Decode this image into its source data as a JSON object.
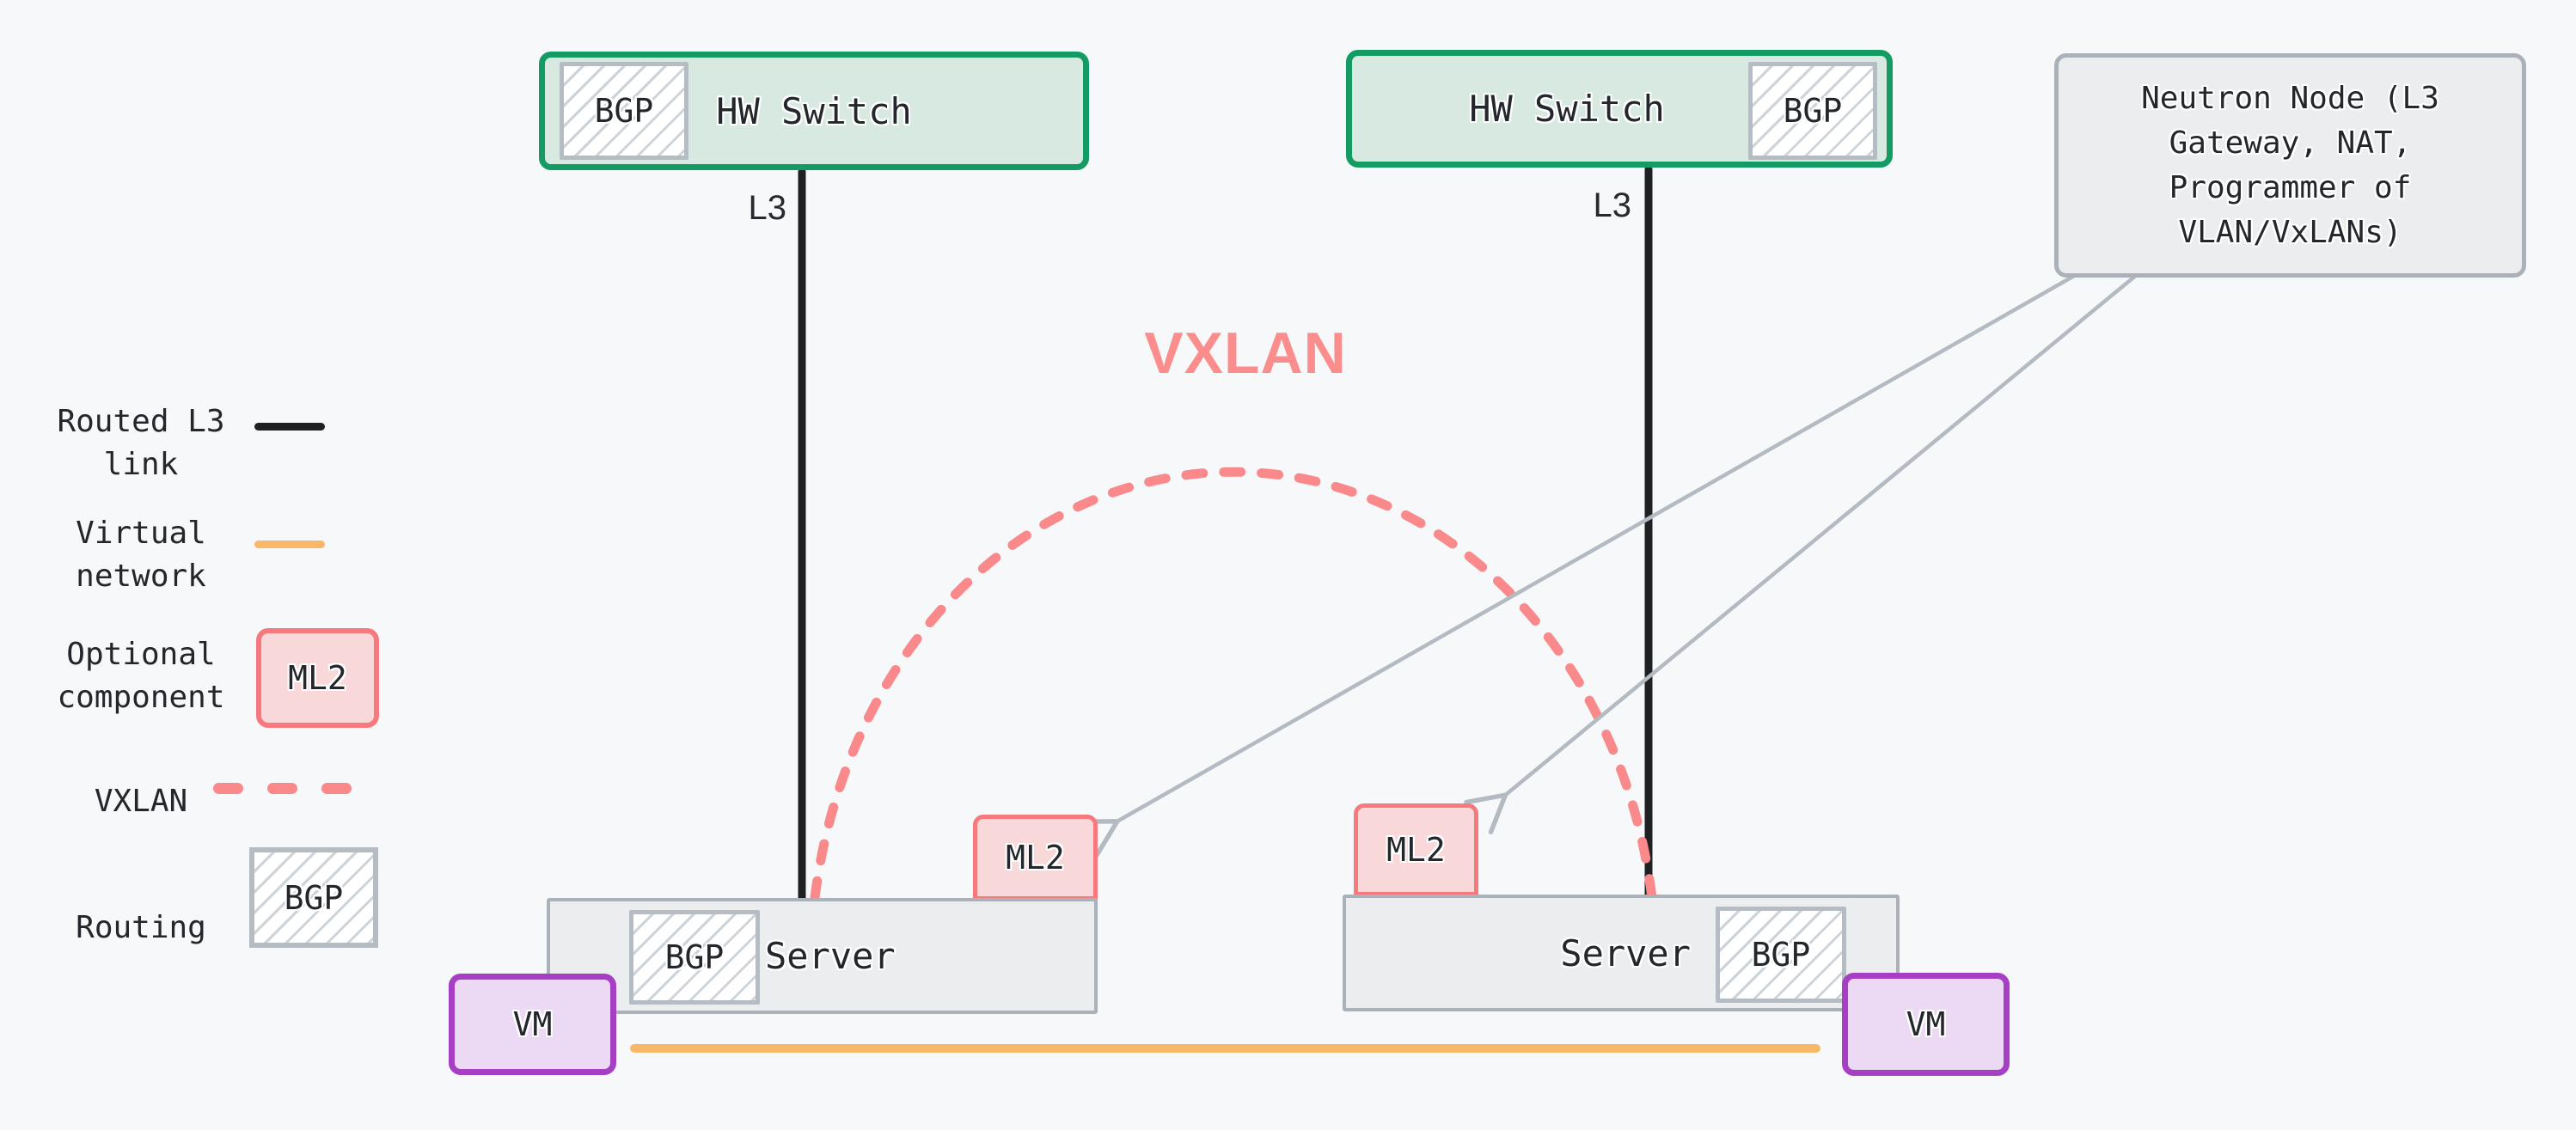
{
  "colors": {
    "background": "#f7f8fa",
    "green_border": "#149b63",
    "green_fill": "#d7e9e0",
    "gray_border": "#aab1b9",
    "gray_fill": "#ebedef",
    "badge_border": "#b6bcc3",
    "badge_hatch": "#ccd3d9",
    "red_border": "#f7797d",
    "red_fill": "#f8d8d8",
    "purple_border": "#a73fc4",
    "purple_fill": "#ecd9f3",
    "salmon": "#f9898a",
    "vxlan_text": "#fb8d8d",
    "orange": "#f9b768",
    "arrow_gray": "#b4bac2",
    "black_line": "#1e2022",
    "text": "#23272b"
  },
  "nodes": {
    "hw_switch_left": {
      "label": "HW Switch",
      "badge": "BGP"
    },
    "hw_switch_right": {
      "label": "HW Switch",
      "badge": "BGP"
    },
    "server_left": {
      "label": "Server",
      "badge": "BGP"
    },
    "server_right": {
      "label": "Server",
      "badge": "BGP"
    },
    "ml2_left": {
      "label": "ML2"
    },
    "ml2_right": {
      "label": "ML2"
    },
    "vm_left": {
      "label": "VM"
    },
    "vm_right": {
      "label": "VM"
    },
    "neutron_node": {
      "label": "Neutron Node (L3\nGateway, NAT,\nProgrammer of\nVLAN/VxLANs)"
    }
  },
  "annotations": {
    "l3_left": "L3",
    "l3_right": "L3",
    "vxlan_title": "VXLAN"
  },
  "legend": {
    "items": [
      {
        "label": "Routed L3\nlink",
        "swatch": "black-line"
      },
      {
        "label": "Virtual\nnetwork",
        "swatch": "orange-line"
      },
      {
        "label": "Optional\ncomponent",
        "swatch": "optional-box",
        "swatch_label": "ML2"
      },
      {
        "label": "VXLAN",
        "swatch": "dashed-red-line"
      },
      {
        "label": "Routing",
        "swatch": "routing-box",
        "swatch_label": "BGP"
      }
    ]
  }
}
